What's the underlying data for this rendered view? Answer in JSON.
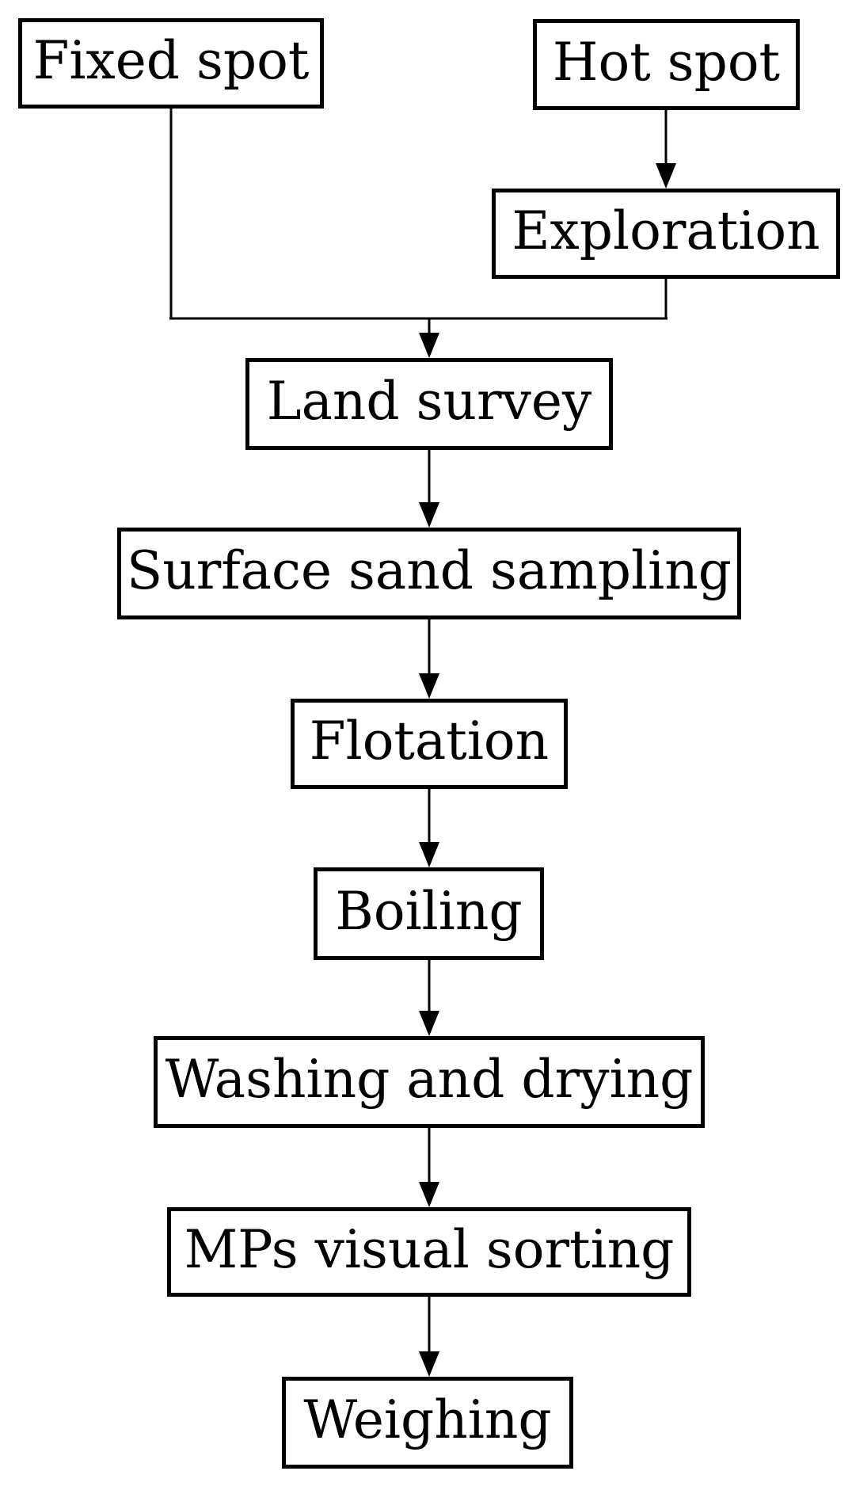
{
  "diagram": {
    "background_color": "#ffffff",
    "line_color": "#000000",
    "text_color": "#000000",
    "nodes": [
      {
        "id": "fixed-spot",
        "label": "Fixed spot"
      },
      {
        "id": "hot-spot",
        "label": "Hot spot"
      },
      {
        "id": "exploration",
        "label": "Exploration"
      },
      {
        "id": "land-survey",
        "label": "Land survey"
      },
      {
        "id": "surface-sand-sampling",
        "label": "Surface sand sampling"
      },
      {
        "id": "flotation",
        "label": "Flotation"
      },
      {
        "id": "boiling",
        "label": "Boiling"
      },
      {
        "id": "washing-and-drying",
        "label": "Washing and drying"
      },
      {
        "id": "mps-visual-sorting",
        "label": "MPs visual sorting"
      },
      {
        "id": "weighing",
        "label": "Weighing"
      }
    ],
    "edges": [
      {
        "from": "hot-spot",
        "to": "exploration",
        "arrow": true
      },
      {
        "from": "fixed-spot",
        "to": "land-survey",
        "arrow": true
      },
      {
        "from": "exploration",
        "to": "land-survey",
        "arrow": true
      },
      {
        "from": "land-survey",
        "to": "surface-sand-sampling",
        "arrow": true
      },
      {
        "from": "surface-sand-sampling",
        "to": "flotation",
        "arrow": true
      },
      {
        "from": "flotation",
        "to": "boiling",
        "arrow": true
      },
      {
        "from": "boiling",
        "to": "washing-and-drying",
        "arrow": true
      },
      {
        "from": "washing-and-drying",
        "to": "mps-visual-sorting",
        "arrow": true
      },
      {
        "from": "mps-visual-sorting",
        "to": "weighing",
        "arrow": true
      }
    ]
  }
}
